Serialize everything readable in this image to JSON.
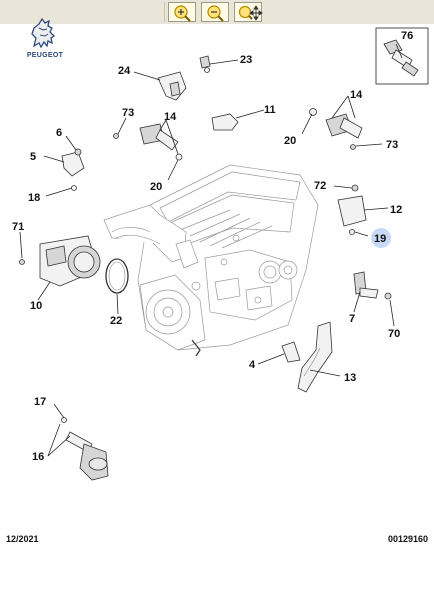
{
  "toolbar": {
    "buttons": [
      {
        "icon": "zoom-in-icon",
        "color": "#d4a800"
      },
      {
        "icon": "zoom-out-icon",
        "color": "#d4a800"
      },
      {
        "icon": "zoom-pan-icon",
        "color": "#d4a800"
      }
    ],
    "background": "#e9e6d9"
  },
  "brand": {
    "name": "PEUGEOT",
    "color": "#2c4a7c"
  },
  "callouts": {
    "c76": "76",
    "c24": "24",
    "c23": "23",
    "c14a": "14",
    "c14b": "14",
    "c73a": "73",
    "c73b": "73",
    "c11": "11",
    "c6": "6",
    "c5": "5",
    "c18": "18",
    "c20a": "20",
    "c20b": "20",
    "c72": "72",
    "c12": "12",
    "c19": "19",
    "c71": "71",
    "c10": "10",
    "c22": "22",
    "c7": "7",
    "c70": "70",
    "c4": "4",
    "c13": "13",
    "c17": "17",
    "c16": "16"
  },
  "highlight": {
    "label": "19",
    "color": "#c7d9f5"
  },
  "footer": {
    "date": "12/2021",
    "reference": "00129160"
  }
}
